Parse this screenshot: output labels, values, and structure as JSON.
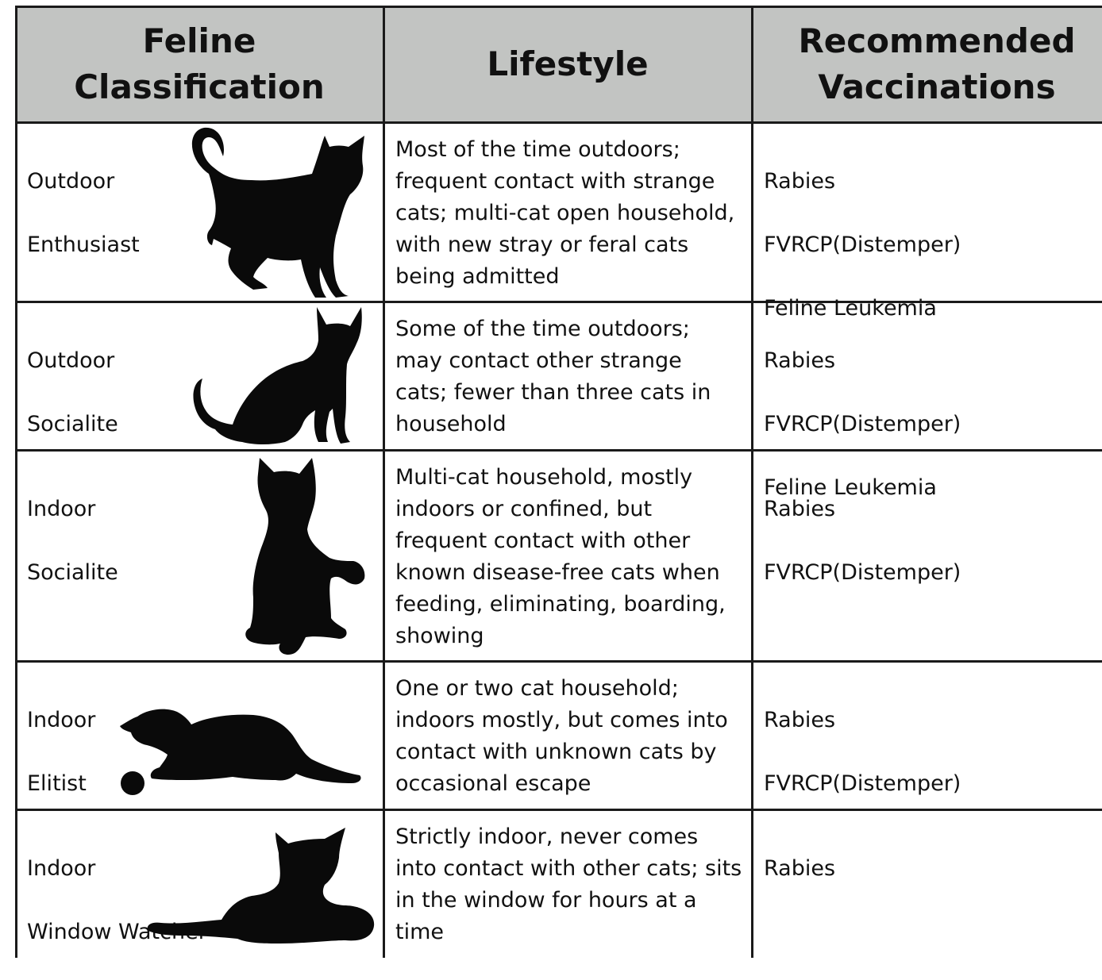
{
  "header": {
    "classification": [
      "Feline",
      "Classification"
    ],
    "lifestyle": "Lifestyle",
    "vaccinations": [
      "Recommended",
      "Vaccinations"
    ]
  },
  "rows": [
    {
      "classification": [
        "Outdoor",
        "Enthusiast"
      ],
      "icon": "standing-cat-tail-up-icon",
      "lifestyle": "Most of the time outdoors;\nfrequent contact with strange\ncats; multi-cat open household,\nwith new stray or feral cats\nbeing admitted",
      "vaccinations": [
        "Rabies",
        "FVRCP(Distemper)",
        "Feline Leukemia"
      ]
    },
    {
      "classification": [
        "Outdoor",
        "Socialite"
      ],
      "icon": "sitting-cat-side-icon",
      "lifestyle": "Some of the time outdoors;\nmay contact other strange\ncats; fewer than three cats in\nhousehold",
      "vaccinations": [
        "Rabies",
        "FVRCP(Distemper)",
        "Feline Leukemia"
      ]
    },
    {
      "classification": [
        "Indoor",
        "Socialite"
      ],
      "icon": "sitting-cat-paw-raised-icon",
      "lifestyle": "Multi-cat household, mostly\nindoors or confined, but\nfrequent contact with other\nknown disease-free cats when\nfeeding, eliminating, boarding,\nshowing",
      "vaccinations": [
        "Rabies",
        "FVRCP(Distemper)"
      ]
    },
    {
      "classification": [
        "Indoor",
        "Elitist"
      ],
      "icon": "crouching-cat-with-ball-icon",
      "lifestyle": "One or two cat household;\nindoors mostly, but comes into\ncontact with unknown cats by\noccasional escape",
      "vaccinations": [
        "Rabies",
        "FVRCP(Distemper)"
      ]
    },
    {
      "classification": [
        "Indoor",
        "Window Watcher"
      ],
      "icon": "lying-cat-icon",
      "lifestyle": "Strictly indoor, never comes\ninto contact with other cats; sits\nin the window for hours at a\ntime",
      "vaccinations": [
        "Rabies"
      ]
    }
  ],
  "colors": {
    "header_bg": "#c2c4c2",
    "border": "#1a1a1a",
    "silhouette": "#0a0a0a"
  }
}
